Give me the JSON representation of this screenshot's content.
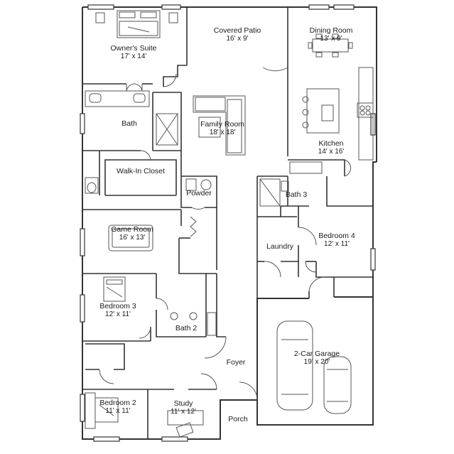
{
  "plan": {
    "wall_color": "#333333",
    "fixture_color": "#555555",
    "background": "#ffffff",
    "rooms": [
      {
        "key": "owners_suite",
        "name": "Owner's Suite",
        "dims": "17' x 14'"
      },
      {
        "key": "covered_patio",
        "name": "Covered Patio",
        "dims": "16' x 9'"
      },
      {
        "key": "dining_room",
        "name": "Dining Room",
        "dims": "13' x 9'"
      },
      {
        "key": "bath",
        "name": "Bath",
        "dims": ""
      },
      {
        "key": "family_room",
        "name": "Family Room",
        "dims": "18' x 18'"
      },
      {
        "key": "kitchen",
        "name": "Kitchen",
        "dims": "14' x 16'"
      },
      {
        "key": "walk_in_closet",
        "name": "Walk-In Closet",
        "dims": ""
      },
      {
        "key": "powder",
        "name": "Powder",
        "dims": ""
      },
      {
        "key": "bath_3",
        "name": "Bath 3",
        "dims": ""
      },
      {
        "key": "game_room",
        "name": "Game Room",
        "dims": "16' x 13'"
      },
      {
        "key": "laundry",
        "name": "Laundry",
        "dims": ""
      },
      {
        "key": "bedroom_4",
        "name": "Bedroom 4",
        "dims": "12' x 11'"
      },
      {
        "key": "bedroom_3",
        "name": "Bedroom 3",
        "dims": "12' x 11'"
      },
      {
        "key": "bath_2",
        "name": "Bath 2",
        "dims": ""
      },
      {
        "key": "foyer",
        "name": "Foyer",
        "dims": ""
      },
      {
        "key": "two_car_garage",
        "name": "2-Car Garage",
        "dims": "19' x 20'"
      },
      {
        "key": "bedroom_2",
        "name": "Bedroom 2",
        "dims": "11' x 11'"
      },
      {
        "key": "study",
        "name": "Study",
        "dims": "11' x 12'"
      },
      {
        "key": "porch",
        "name": "Porch",
        "dims": ""
      }
    ]
  }
}
